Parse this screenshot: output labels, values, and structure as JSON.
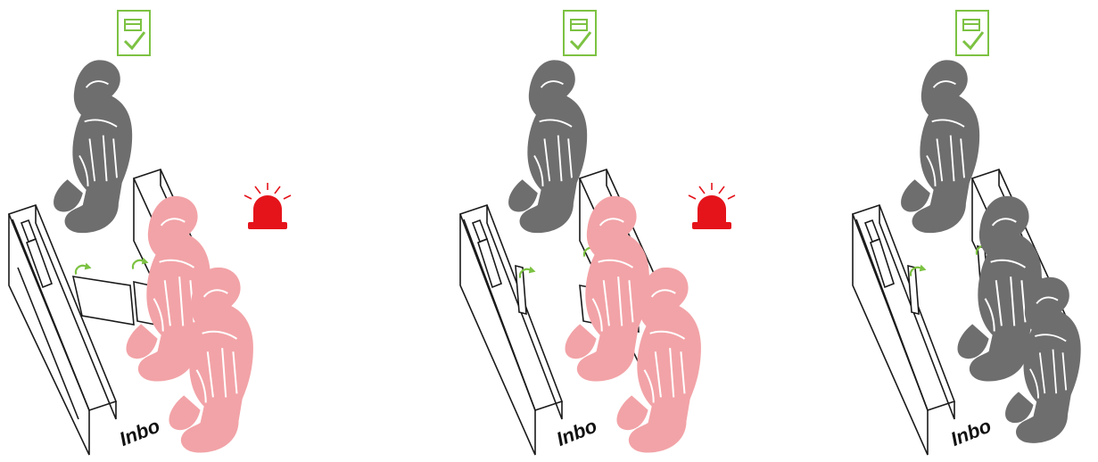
{
  "colors": {
    "granted": "#7cc242",
    "alarm": "#e5141b",
    "tailgater": "#f2a3a7",
    "tailgater_stroke": "#ffffff",
    "authorized": "#6e6e6e",
    "frame": "#1a1a1a",
    "background": "#ffffff"
  },
  "icons": {
    "access": "card-check-icon",
    "alarm": "siren-icon",
    "rotation": "rotate-arrow-icon"
  },
  "scenes": [
    {
      "name": "tailgating-alarm-both-flaps",
      "direction_label": "Inbo",
      "tailgaters_color": "tailgater",
      "alarm_active": true,
      "flaps": 2
    },
    {
      "name": "tailgating-alarm-single-flap",
      "direction_label": "Inbo",
      "tailgaters_color": "tailgater",
      "alarm_active": true,
      "flaps": 2
    },
    {
      "name": "normal-passage",
      "direction_label": "Inbo",
      "tailgaters_color": "authorized",
      "alarm_active": false,
      "flaps": 2
    }
  ]
}
